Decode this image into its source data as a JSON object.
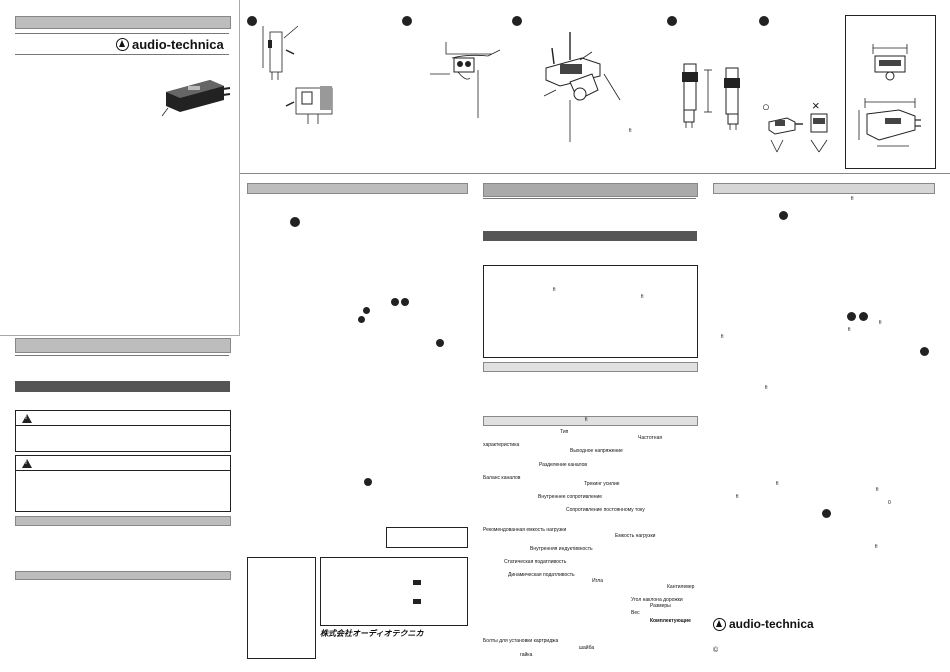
{
  "brand": {
    "name": "audio-technica",
    "jp_name": "株式会社オーディオテクニカ"
  },
  "figures": {
    "ok_mark": "○",
    "ng_mark": "×"
  },
  "fi_marks": [
    "fi",
    "fi",
    "fi",
    "fi",
    "fi",
    "fi",
    "fi",
    "fi",
    "fi",
    "fi",
    "fi",
    "fi",
    "fi",
    "fi",
    "fi"
  ],
  "specs": {
    "type": "Тип",
    "freq": "Частотная",
    "freq_cont": "характеристика",
    "output": "Выходное напряжение",
    "separation": "Разделение каналов",
    "balance": "Баланс каналов",
    "force": "Трекинг усилие",
    "impedance": "Внутреннее сопротивление",
    "dc_resistance": "Сопротивление постоянному току",
    "load_res": "Рекомендованная емкость нагрузки",
    "load_cap": "Емкость нагрузки",
    "inductance": "Внутренняя индуктивность",
    "static_comp": "Статическая податливость",
    "dynamic_comp": "Динамическая податливость",
    "stylus": "Игла",
    "cantilever": "Кантилевер",
    "vta": "Угол наклона дорожки",
    "dimensions": "Размеры",
    "weight": "Вес",
    "accessories": "Комплектующие",
    "bolts": "Болты для установки картриджа",
    "washer": "шайба",
    "nut": "гайка"
  },
  "misc": {
    "small_f": "f",
    "small_o": "0",
    "code": "©"
  }
}
